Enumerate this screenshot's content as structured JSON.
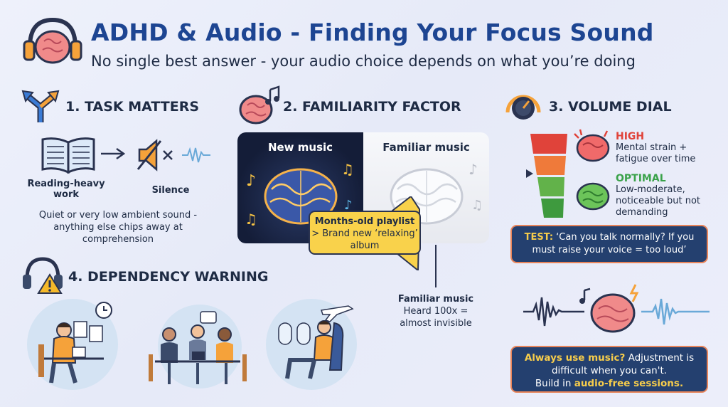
{
  "header": {
    "title": "ADHD & Audio - Finding Your Focus Sound",
    "subtitle": "No single best answer - your audio choice depends on what you’re doing"
  },
  "task": {
    "heading": "1. TASK MATTERS",
    "reading_label": "Reading-heavy work",
    "silence_label": "Silence",
    "description": "Quiet or very low ambient sound - anything else chips away at comprehension"
  },
  "familiarity": {
    "heading": "2. FAMILIARITY FACTOR",
    "new_label": "New music",
    "familiar_label": "Familiar music",
    "callout_bold": "Months-old playlist",
    "callout_rest": " > Brand new ‘relaxing’ album",
    "note_title": "Familiar music",
    "note_line1": "Heard 100x =",
    "note_line2": "almost invisible"
  },
  "volume": {
    "heading": "3. VOLUME DIAL",
    "high_title": "HIGH",
    "high_desc": "Mental strain + fatigue over time",
    "optimal_title": "OPTIMAL",
    "optimal_desc": "Low-moderate, noticeable but not demanding",
    "test_bold": "TEST:",
    "test_rest": " ‘Can you talk normally? If you must raise your voice = too loud’",
    "colors": {
      "high": "#e0433a",
      "optimal": "#3aa24a"
    }
  },
  "dependency": {
    "heading": "4. DEPENDENCY WARNING",
    "box_bold1": "Always use music?",
    "box_rest1": " Adjustment is difficult when you can't.",
    "box_rest2": "Build in ",
    "box_bold2": "audio-free sessions."
  }
}
